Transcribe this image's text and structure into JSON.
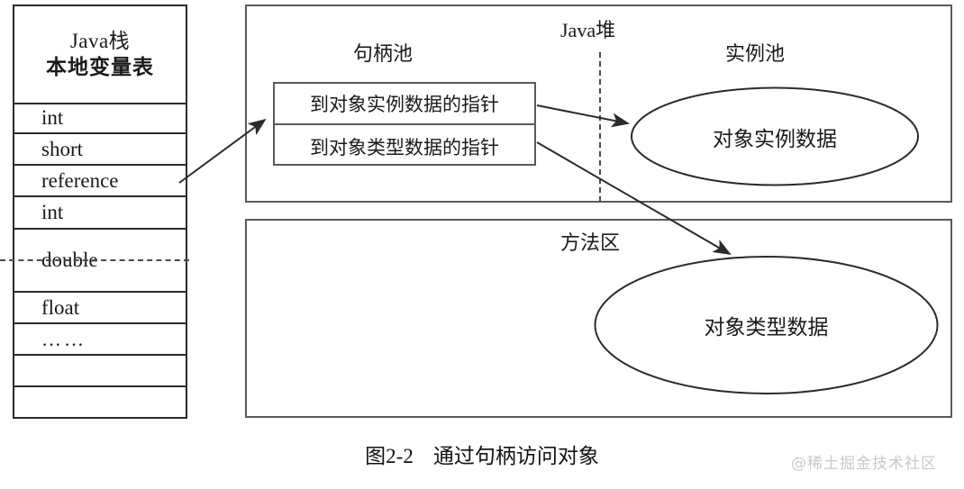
{
  "figure": {
    "caption_number": "图2-2",
    "caption_title": "通过句柄访问对象",
    "watermark": "@稀土掘金技术社区"
  },
  "stack": {
    "title_line1": "Java栈",
    "title_line2": "本地变量表",
    "slots": [
      {
        "label": "int"
      },
      {
        "label": "short"
      },
      {
        "label": "reference"
      },
      {
        "label": "int"
      },
      {
        "label": "double"
      },
      {
        "label": "float"
      },
      {
        "label": "……"
      },
      {
        "label": ""
      },
      {
        "label": ""
      }
    ]
  },
  "heap": {
    "title": "Java堆",
    "handle_pool_label": "句柄池",
    "instance_pool_label": "实例池",
    "handle_entries": [
      "到对象实例数据的指针",
      "到对象类型数据的指针"
    ],
    "instance_ellipse_label": "对象实例数据"
  },
  "method_area": {
    "title": "方法区",
    "ellipse_label": "对象类型数据"
  },
  "arrows": [
    {
      "name": "reference-to-handle-pool",
      "from": "reference slot",
      "to": "handle pool box"
    },
    {
      "name": "instance-pointer-to-instance-data",
      "from": "到对象实例数据的指针",
      "to": "对象实例数据"
    },
    {
      "name": "type-pointer-to-class-data",
      "from": "到对象类型数据的指针",
      "to": "对象类型数据"
    }
  ],
  "colors": {
    "stroke": "#2b2b2b",
    "box_stroke": "#5a5a5a",
    "text": "#1a1a1a",
    "watermark": "#c9c9c9",
    "background": "#ffffff"
  }
}
